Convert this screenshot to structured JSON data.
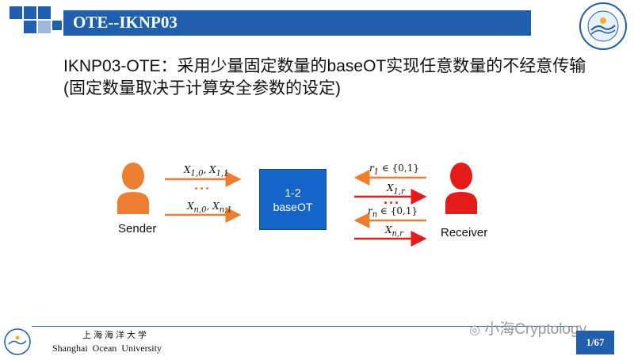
{
  "slide": {
    "title": "OTE--IKNP03",
    "body_line1": "IKNP03-OTE：采用少量固定数量的baseOT实现任意数量的不经意传输",
    "body_line2": "(固定数量取决于计算安全参数的设定)"
  },
  "diagram": {
    "sender_label": "Sender",
    "receiver_label": "Receiver",
    "box_line1": "1-2",
    "box_line2": "baseOT",
    "sender_msg_top": "X1,0, X1,1",
    "sender_msg_bottom": "Xn,0, Xn,1",
    "receiver_choice_top": "r1 ∈ {0,1}",
    "receiver_out_top": "X1,r",
    "receiver_choice_bottom": "rn ∈ {0,1}",
    "receiver_out_bottom": "Xn,r",
    "dots": "···",
    "colors": {
      "sender": "#ed7d31",
      "receiver": "#e31b1b",
      "box": "#1565c8"
    }
  },
  "footer": {
    "university_cn": "上海海洋大学",
    "university_en": "Shanghai Ocean University",
    "page": "1/67",
    "watermark": "小海Cryptology"
  },
  "brand": {
    "title_color": "#1f5fae"
  }
}
